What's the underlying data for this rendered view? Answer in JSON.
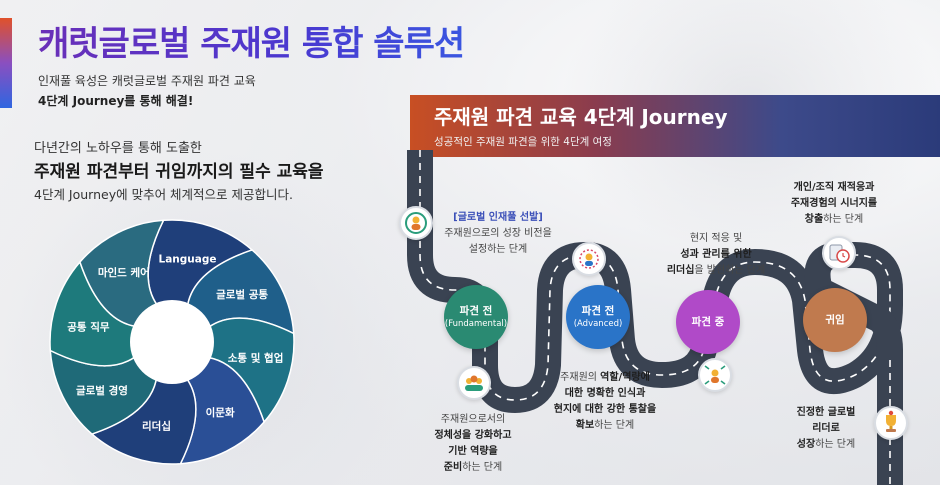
{
  "header": {
    "title": "캐럿글로벌 주재원 통합 솔루션",
    "subtitle_line1": "인재풀 육성은 캐럿글로벌 주재원 파견 교육",
    "subtitle_line2": "4단계 Journey를 통해 해결!"
  },
  "intro": {
    "line1": "다년간의 노하우를 통해 도출한",
    "line2": "주재원 파견부터 귀임까지의 필수 교육을",
    "line3": "4단계 Journey에 맞추어 체계적으로 제공합니다."
  },
  "wheel": {
    "segments": [
      {
        "label": "Language",
        "color": "#1f3f7a"
      },
      {
        "label": "글로벌 공통",
        "color": "#1f5f8a"
      },
      {
        "label": "소통 및 협업",
        "color": "#1e7286"
      },
      {
        "label": "이문화",
        "color": "#2a4f96"
      },
      {
        "label": "리더십",
        "color": "#1f3f7a"
      },
      {
        "label": "글로벌 경영",
        "color": "#1f6a78"
      },
      {
        "label": "공통 직무",
        "color": "#1e7a7c"
      },
      {
        "label": "마인드 케어",
        "color": "#2a6b80"
      }
    ]
  },
  "journey": {
    "title": "주재원 파견 교육 4단계 Journey",
    "subtitle": "성공적인 주재원 파견을 위한 4단계 여정",
    "stages": [
      {
        "line1": "파견 전",
        "line2": "(Fundamental)",
        "color": "#2a8a72"
      },
      {
        "line1": "파견 전",
        "line2": "(Advanced)",
        "color": "#2a74c8"
      },
      {
        "line1": "파견 중",
        "line2": "",
        "color": "#b04ac8"
      },
      {
        "line1": "귀임",
        "line2": "",
        "color": "#c07a4e"
      }
    ],
    "captions": {
      "selection_title": "[글로벌 인재풀 선발]",
      "selection_l1": "주재원으로의 성장 비전을",
      "selection_l2": "설정하는 단계",
      "fund_l1": "주재원으로서의",
      "fund_l2": "정체성을 강화하고",
      "fund_l3": "기반 역량을",
      "fund_l4a": "준비",
      "fund_l4b": "하는 단계",
      "adv_l1a": "주재원의 ",
      "adv_l1b": "역할/역량에",
      "adv_l2": "대한 명확한 인식과",
      "adv_l3": "현지에 대한 강한 통찰을",
      "adv_l4a": "확보",
      "adv_l4b": "하는 단계",
      "during_l1": "현지 적응 및",
      "during_l2": "성과 관리를 위한",
      "during_l3a": "리더십",
      "during_l3b": "을 발현하는 단계",
      "return_l1": "개인/조직 재적응과",
      "return_l2": "주재경험의 시너지를",
      "return_l3a": "창출",
      "return_l3b": "하는 단계",
      "leader_l1": "진정한 글로벌",
      "leader_l2": "리더로",
      "leader_l3a": "성장",
      "leader_l3b": "하는 단계"
    }
  }
}
